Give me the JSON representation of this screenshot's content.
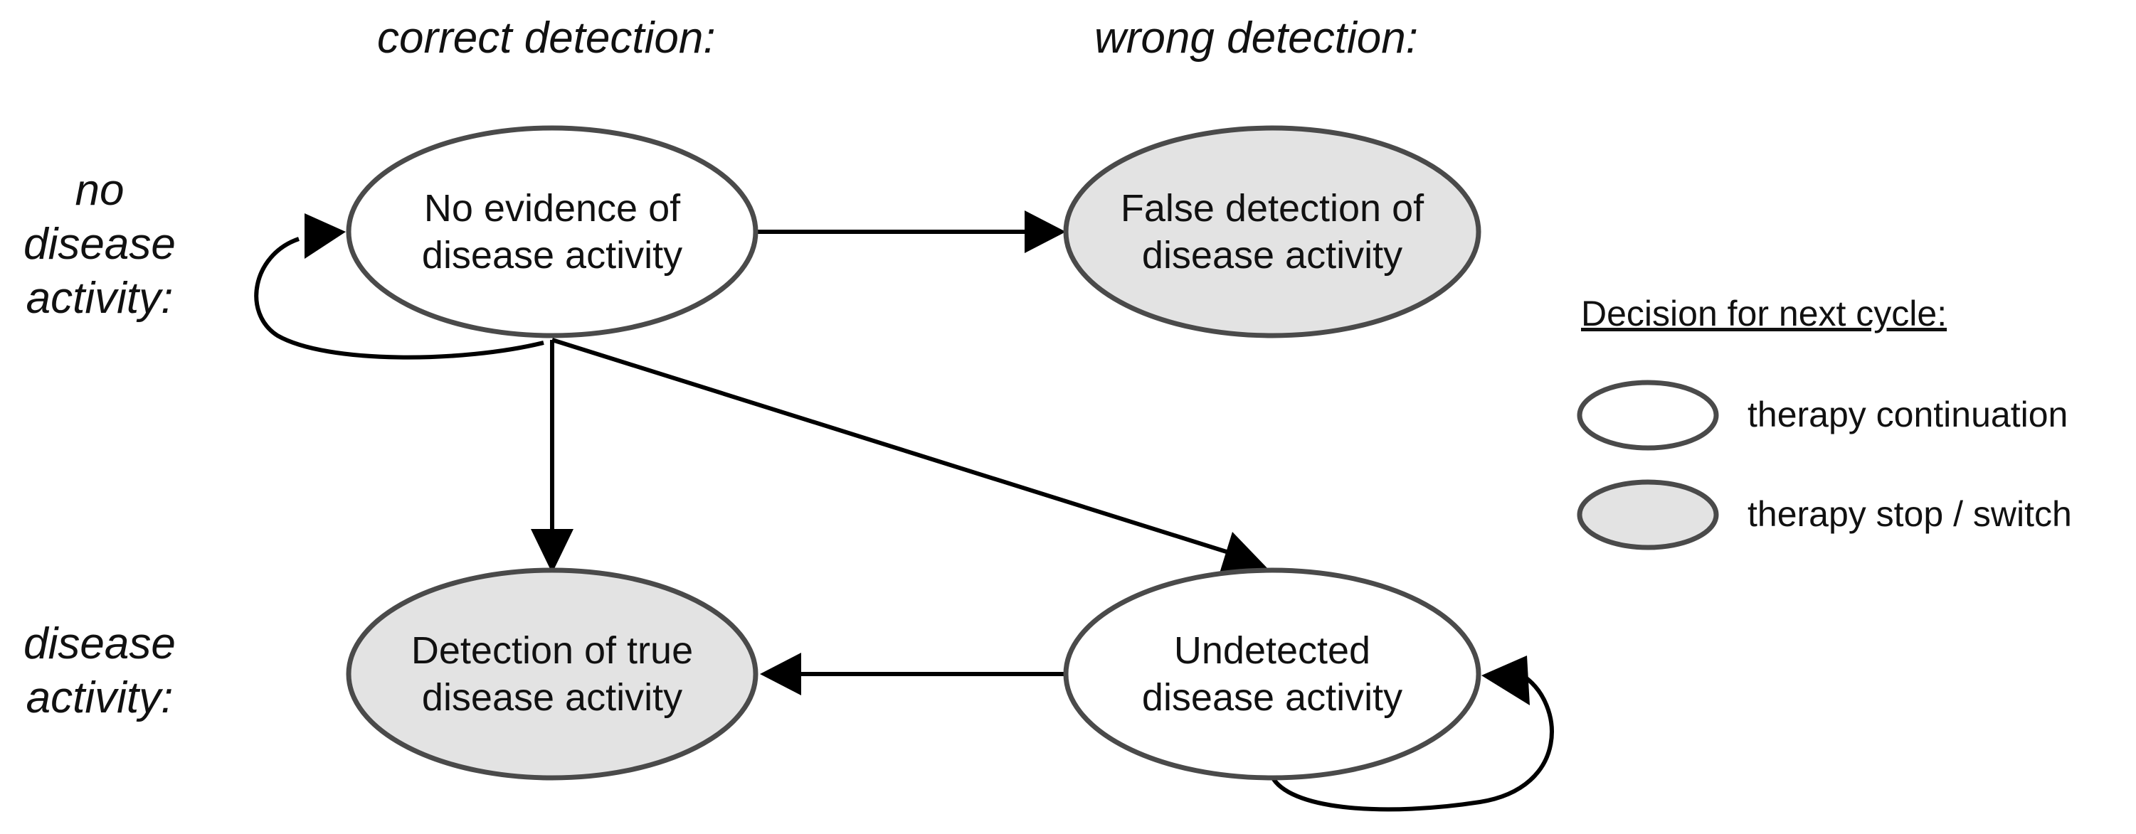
{
  "column_headers": {
    "correct": "correct detection:",
    "wrong": "wrong detection:"
  },
  "row_headers": {
    "no_activity": [
      "no",
      "disease",
      "activity:"
    ],
    "activity": [
      "disease",
      "activity:"
    ]
  },
  "nodes": {
    "no_evidence": {
      "lines": [
        "No evidence of",
        "disease activity"
      ],
      "type": "continuation"
    },
    "false_detection": {
      "lines": [
        "False detection of",
        "disease activity"
      ],
      "type": "stop_switch"
    },
    "true_detection": {
      "lines": [
        "Detection of true",
        "disease activity"
      ],
      "type": "stop_switch"
    },
    "undetected": {
      "lines": [
        "Undetected",
        "disease activity"
      ],
      "type": "continuation"
    }
  },
  "legend": {
    "title": "Decision for next cycle:",
    "items": [
      {
        "label": "therapy continuation",
        "type": "continuation"
      },
      {
        "label": "therapy stop / switch",
        "type": "stop_switch"
      }
    ]
  },
  "colors": {
    "continuation_fill": "#ffffff",
    "stop_switch_fill": "#e3e3e3",
    "stroke": "#4a4a4a",
    "arrow": "#000000"
  }
}
